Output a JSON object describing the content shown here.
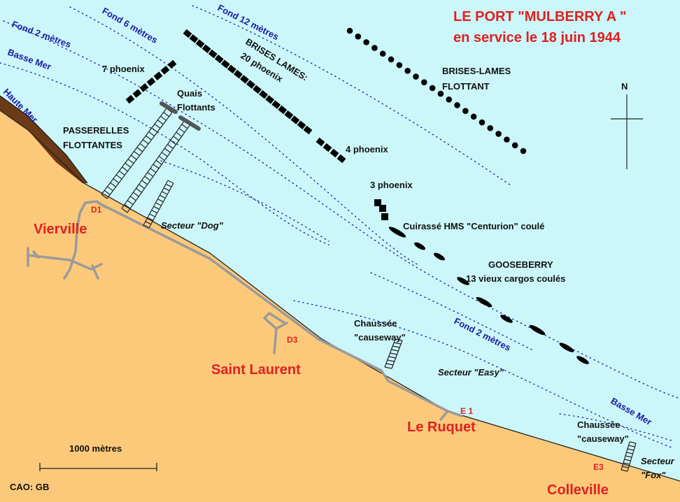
{
  "title": {
    "line1": "LE PORT \"MULBERRY A \"",
    "line2": "en service le 18 juin 1944"
  },
  "colors": {
    "sea": "#ccf7fa",
    "land": "#fcc97a",
    "cliff": "#6b3a16",
    "depth_lines": "#1a1aa6",
    "roads": "#9a9a9a",
    "place_names": "#e02020"
  },
  "depth_labels": {
    "fond12": "Fond 12 mètres",
    "fond6": "Fond 6 mètres",
    "fond2_top": "Fond 2 mètres",
    "basse_mer_top": "Basse Mer",
    "haute_mer": "Haute Mer",
    "fond2_bottom": "Fond 2 mètres",
    "basse_mer_bottom": "Basse Mer"
  },
  "features": {
    "phoenix7": "7 phoenix",
    "brises_lames_line1": "BRISES LAMES:",
    "brises_lames_line2": "20 phoenix",
    "phoenix4": "4 phoenix",
    "phoenix3": "3 phoenix",
    "flottant_line1": "BRISES-LAMES",
    "flottant_line2": "FLOTTANT",
    "quais_line1": "Quais",
    "quais_line2": "Flottants",
    "passerelles_line1": "PASSERELLES",
    "passerelles_line2": "FLOTTANTES",
    "centurion": "Cuirassé HMS \"Centurion\" coulé",
    "gooseberry_line1": "GOOSEBERRY",
    "gooseberry_line2": "13 vieux cargos coulés",
    "chaussee1_line1": "Chaussée",
    "chaussee1_line2": "\"causeway\"",
    "chaussee2_line1": "Chaussée",
    "chaussee2_line2": "\"causeway\""
  },
  "sectors": {
    "dog": "Secteur \"Dog\"",
    "easy": "Secteur \"Easy\"",
    "fox_line1": "Secteur",
    "fox_line2": "\"Fox\""
  },
  "places": {
    "vierville": "Vierville",
    "saint_laurent": "Saint Laurent",
    "le_ruquet": "Le Ruquet",
    "colleville": "Colleville"
  },
  "exits": {
    "d1": "D1",
    "d3": "D3",
    "e1": "E 1",
    "e3": "E3"
  },
  "compass": {
    "north": "N"
  },
  "scale": {
    "label": "1000 mètres"
  },
  "credit": "CAO: GB"
}
